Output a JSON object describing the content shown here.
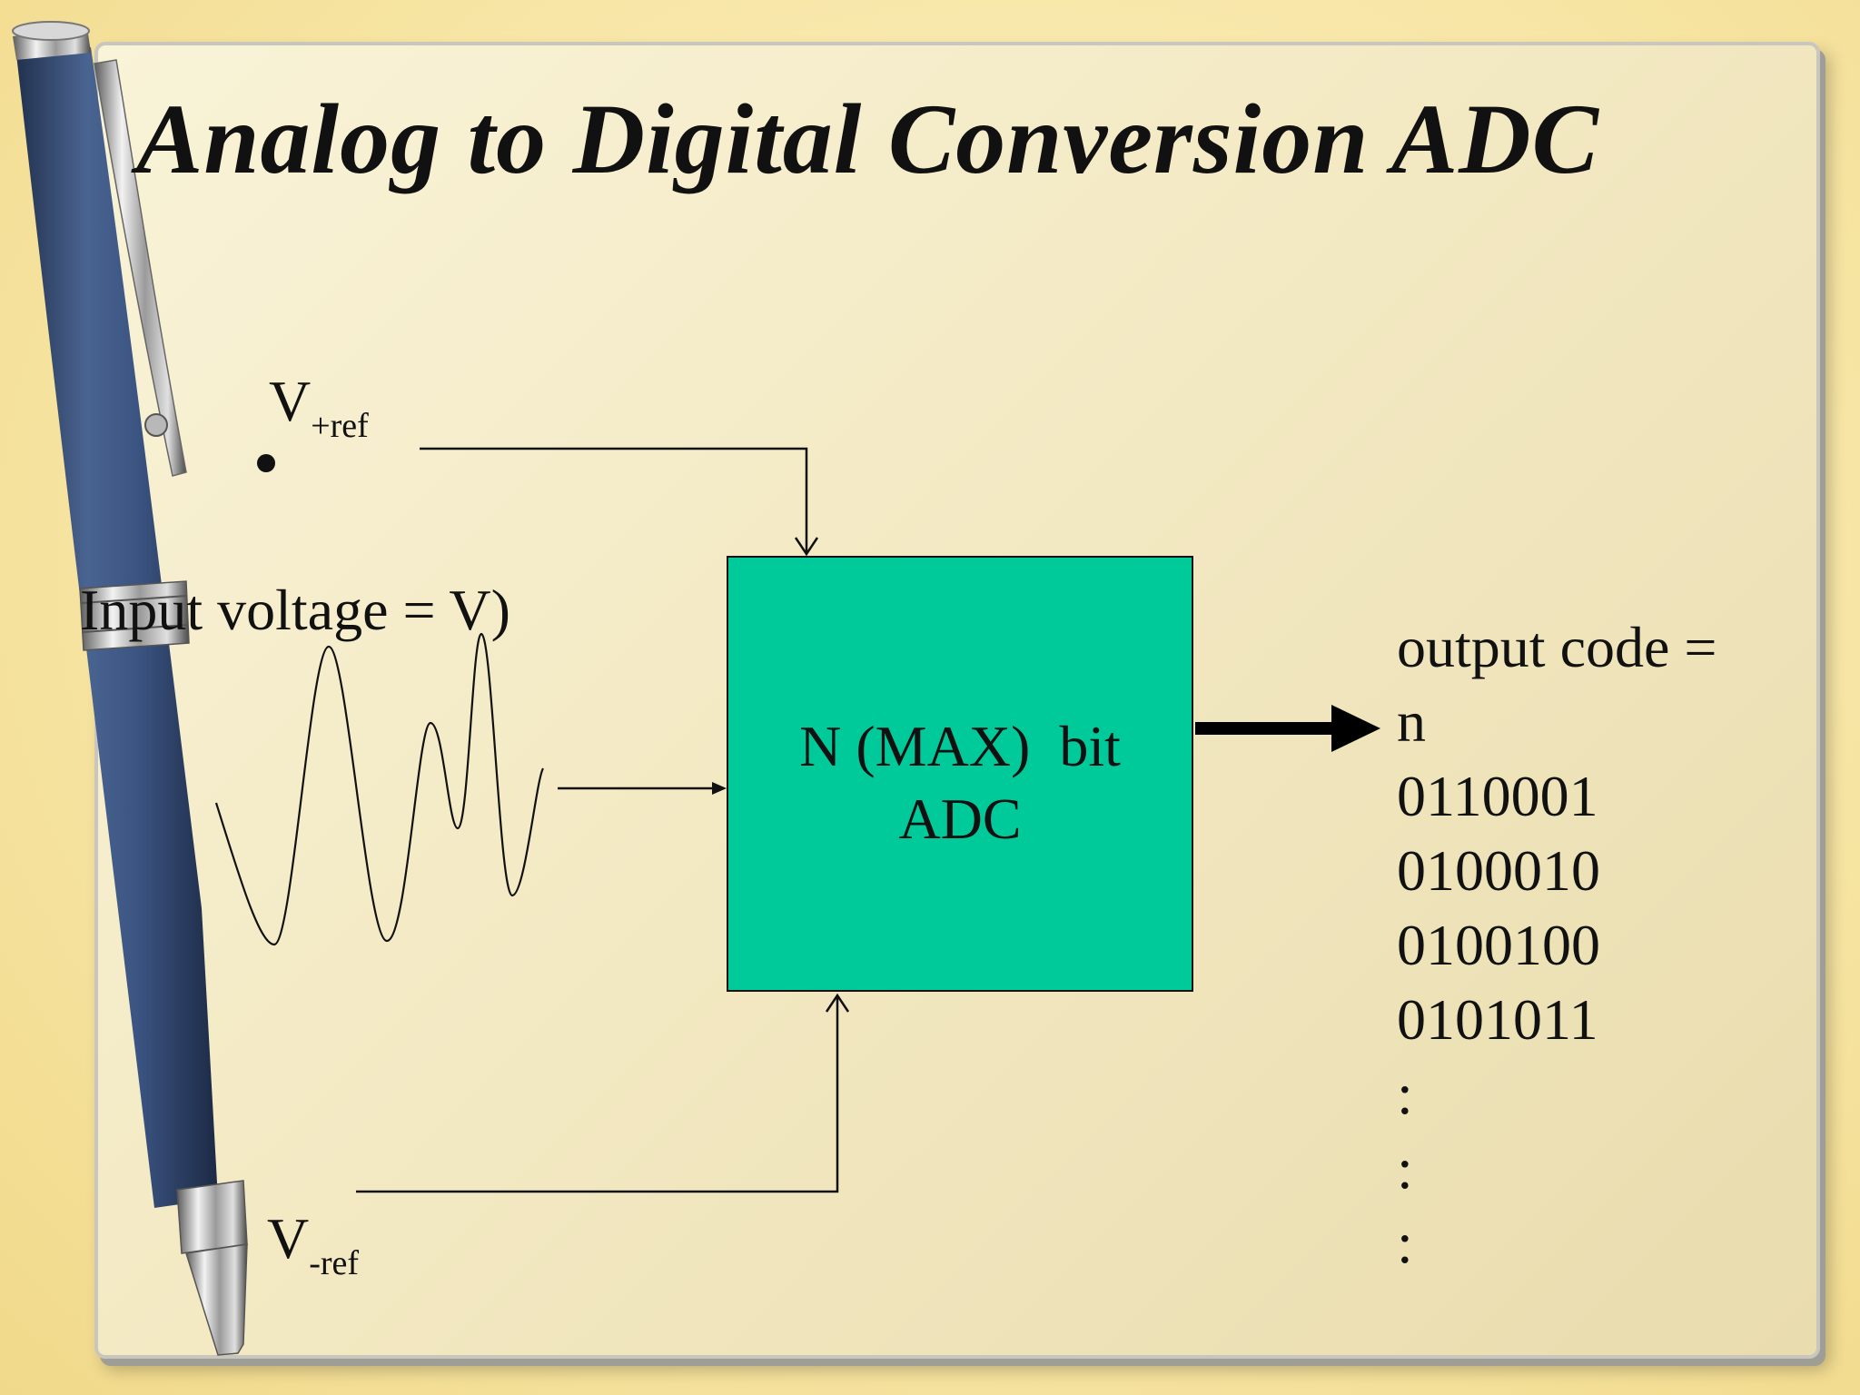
{
  "slide": {
    "title": "Analog to Digital Conversion ADC"
  },
  "diagram": {
    "v_plus_ref": {
      "main": "V",
      "sub": "+ref"
    },
    "v_minus_ref": {
      "main": "V",
      "sub": "-ref"
    },
    "input_label": "Input voltage = V)",
    "adc_block": {
      "line1": "N (MAX)  bit",
      "line2": "ADC",
      "fill": "#00c99a"
    },
    "output": {
      "label": "output code =",
      "lines": [
        "n",
        "0110001",
        "0100010",
        "0100100",
        "0101011",
        ":",
        ":",
        ":"
      ]
    }
  },
  "decoration": {
    "pen_icon": "pen-icon",
    "pen_color": "#3f557f"
  }
}
